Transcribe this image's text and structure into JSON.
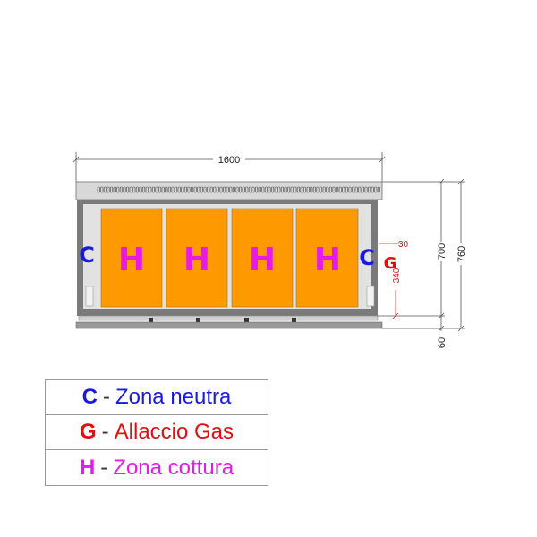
{
  "dimensions": {
    "width": "1600",
    "height_body": "700",
    "height_total": "760",
    "base": "60",
    "gas_height": "340",
    "gas_offset": "30"
  },
  "zones": {
    "left_label": "C",
    "right_label": "C",
    "gas_label": "G",
    "cooking_labels": [
      "H",
      "H",
      "H",
      "H"
    ]
  },
  "legend": [
    {
      "code": "C",
      "sep": "-",
      "label": "Zona neutra",
      "color": "#1a1adf"
    },
    {
      "code": "G",
      "sep": "-",
      "label": "Allaccio Gas",
      "color": "#e01010"
    },
    {
      "code": "H",
      "sep": "-",
      "label": "Zona cottura",
      "color": "#e81ae8"
    }
  ]
}
